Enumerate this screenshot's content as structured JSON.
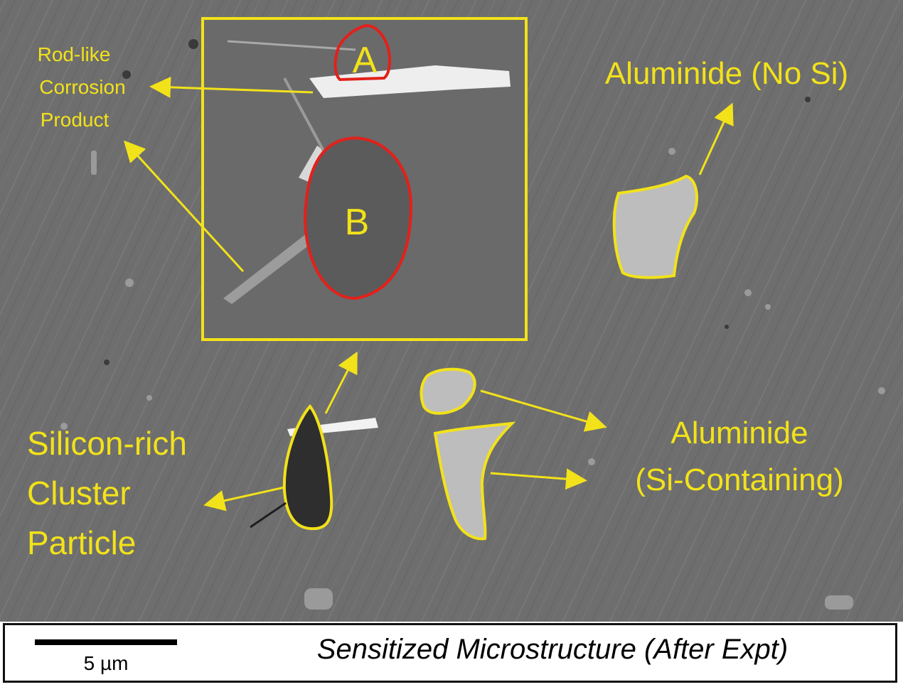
{
  "labels": {
    "rod_line1": "Rod-like",
    "rod_line2": "Corrosion",
    "rod_line3": "Product",
    "region_a": "A",
    "region_b": "B",
    "aluminide_no_si": "Aluminide (No Si)",
    "silicon_line1": "Silicon-rich",
    "silicon_line2": "Cluster",
    "silicon_line3": "Particle",
    "aluminide_si_line1": "Aluminide",
    "aluminide_si_line2": "(Si-Containing)"
  },
  "scale_bar": {
    "label": "5 µm"
  },
  "caption": "Sensitized Microstructure (After Expt)",
  "colors": {
    "annotation": "#f2e21a",
    "region_outline": "#e3201b",
    "background_gray": "#6f6f6f"
  }
}
